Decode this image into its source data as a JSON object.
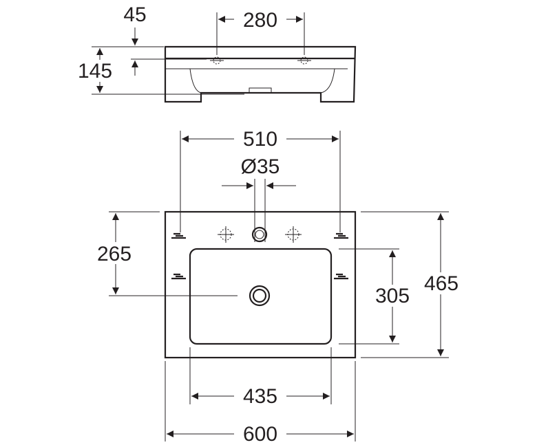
{
  "drawing": {
    "side_view": {
      "dim_top_offset": "45",
      "dim_tap_spacing": "280",
      "dim_height": "145"
    },
    "top_view": {
      "dim_hole_span": "510",
      "dim_tap_hole_diameter": "Ø35",
      "dim_drain_from_back": "265",
      "dim_bowl_depth": "305",
      "dim_total_depth": "465",
      "dim_bowl_width": "435",
      "dim_total_width": "600"
    },
    "colors": {
      "line": "#231f20",
      "background": "#ffffff"
    }
  }
}
